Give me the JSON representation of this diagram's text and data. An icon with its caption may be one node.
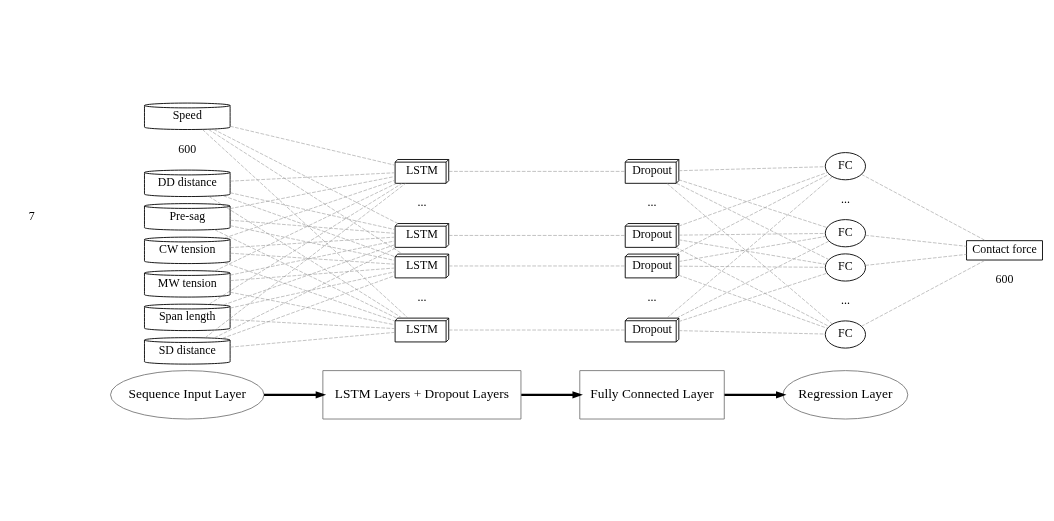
{
  "diagram": {
    "nodes": [
      {
        "text": [
          "Sequence Input Layer"
        ]
      },
      {
        "text": [
          "LSTM Layers + Dropout Layers"
        ]
      },
      {
        "text": [
          "Fully Connected Layer"
        ]
      },
      {
        "text": [
          "Regression Layer"
        ]
      },
      {
        "text": [
          "Span length"
        ]
      },
      {
        "text": [
          "SD distance"
        ]
      },
      {
        "text": [
          "DD distance"
        ]
      },
      {
        "text": [
          "Pre-sag"
        ]
      },
      {
        "text": [
          "CW tension"
        ]
      },
      {
        "text": [
          "MW tension"
        ]
      },
      {
        "text": [
          "Speed"
        ]
      },
      {
        "text": [
          "LSTM"
        ]
      },
      {
        "text": [
          "LSTM"
        ]
      },
      {
        "text": [
          "LSTM"
        ]
      },
      {
        "text": [
          "LSTM"
        ]
      },
      {
        "text": [
          "Dropout"
        ]
      },
      {
        "text": [
          "Dropout"
        ]
      },
      {
        "text": [
          "Dropout"
        ]
      },
      {
        "text": [
          "Dropout"
        ]
      },
      {
        "text": [
          "FC"
        ]
      },
      {
        "text": [
          "FC"
        ]
      },
      {
        "text": [
          "FC"
        ]
      },
      {
        "text": [
          "FC"
        ]
      },
      {
        "text": [
          "Contact force"
        ]
      }
    ],
    "edges": [
      {
        "from": 0,
        "to": 1,
        "arrow": "to",
        "style": "thick",
        "color": "#000000"
      },
      {
        "from": 1,
        "to": 2,
        "arrow": "to",
        "style": "thick",
        "color": "#000000"
      },
      {
        "from": 2,
        "to": 3,
        "arrow": "to",
        "style": "thick",
        "color": "#000000"
      },
      {
        "from": 4,
        "to": 11,
        "arrow": "none",
        "style": "dashed"
      },
      {
        "from": 4,
        "to": 12,
        "arrow": "none",
        "style": "dashed"
      },
      {
        "from": 4,
        "to": 13,
        "arrow": "none",
        "style": "dashed"
      },
      {
        "from": 4,
        "to": 14,
        "arrow": "none",
        "style": "dashed"
      },
      {
        "from": 5,
        "to": 11,
        "arrow": "none",
        "style": "dashed"
      },
      {
        "from": 5,
        "to": 12,
        "arrow": "none",
        "style": "dashed"
      },
      {
        "from": 5,
        "to": 13,
        "arrow": "none",
        "style": "dashed"
      },
      {
        "from": 5,
        "to": 14,
        "arrow": "none",
        "style": "dashed"
      },
      {
        "from": 6,
        "to": 11,
        "arrow": "none",
        "style": "dashed"
      },
      {
        "from": 6,
        "to": 12,
        "arrow": "none",
        "style": "dashed"
      },
      {
        "from": 6,
        "to": 13,
        "arrow": "none",
        "style": "dashed"
      },
      {
        "from": 6,
        "to": 14,
        "arrow": "none",
        "style": "dashed"
      },
      {
        "from": 7,
        "to": 11,
        "arrow": "none",
        "style": "dashed"
      },
      {
        "from": 7,
        "to": 12,
        "arrow": "none",
        "style": "dashed"
      },
      {
        "from": 7,
        "to": 13,
        "arrow": "none",
        "style": "dashed"
      },
      {
        "from": 7,
        "to": 14,
        "arrow": "none",
        "style": "dashed"
      },
      {
        "from": 8,
        "to": 11,
        "arrow": "none",
        "style": "dashed"
      },
      {
        "from": 8,
        "to": 12,
        "arrow": "none",
        "style": "dashed"
      },
      {
        "from": 8,
        "to": 13,
        "arrow": "none",
        "style": "dashed"
      },
      {
        "from": 8,
        "to": 14,
        "arrow": "none",
        "style": "dashed"
      },
      {
        "from": 9,
        "to": 11,
        "arrow": "none",
        "style": "dashed"
      },
      {
        "from": 9,
        "to": 12,
        "arrow": "none",
        "style": "dashed"
      },
      {
        "from": 9,
        "to": 13,
        "arrow": "none",
        "style": "dashed"
      },
      {
        "from": 9,
        "to": 14,
        "arrow": "none",
        "style": "dashed"
      },
      {
        "from": 10,
        "to": 11,
        "arrow": "none",
        "style": "dashed"
      },
      {
        "from": 10,
        "to": 12,
        "arrow": "none",
        "style": "dashed"
      },
      {
        "from": 10,
        "to": 13,
        "arrow": "none",
        "style": "dashed"
      },
      {
        "from": 10,
        "to": 14,
        "arrow": "none",
        "style": "dashed"
      },
      {
        "from": 11,
        "to": 15,
        "arrow": "none",
        "style": "dashed"
      },
      {
        "from": 12,
        "to": 16,
        "arrow": "none",
        "style": "dashed"
      },
      {
        "from": 13,
        "to": 17,
        "arrow": "none",
        "style": "dashed"
      },
      {
        "from": 14,
        "to": 18,
        "arrow": "none",
        "style": "dashed"
      },
      {
        "from": 15,
        "to": 19,
        "arrow": "none",
        "style": "dashed"
      },
      {
        "from": 15,
        "to": 20,
        "arrow": "none",
        "style": "dashed"
      },
      {
        "from": 15,
        "to": 21,
        "arrow": "none",
        "style": "dashed"
      },
      {
        "from": 15,
        "to": 22,
        "arrow": "none",
        "style": "dashed"
      },
      {
        "from": 16,
        "to": 19,
        "arrow": "none",
        "style": "dashed"
      },
      {
        "from": 16,
        "to": 20,
        "arrow": "none",
        "style": "dashed"
      },
      {
        "from": 16,
        "to": 21,
        "arrow": "none",
        "style": "dashed"
      },
      {
        "from": 16,
        "to": 22,
        "arrow": "none",
        "style": "dashed"
      },
      {
        "from": 17,
        "to": 19,
        "arrow": "none",
        "style": "dashed"
      },
      {
        "from": 17,
        "to": 20,
        "arrow": "none",
        "style": "dashed"
      },
      {
        "from": 17,
        "to": 21,
        "arrow": "none",
        "style": "dashed"
      },
      {
        "from": 17,
        "to": 22,
        "arrow": "none",
        "style": "dashed"
      },
      {
        "from": 18,
        "to": 19,
        "arrow": "none",
        "style": "dashed"
      },
      {
        "from": 18,
        "to": 20,
        "arrow": "none",
        "style": "dashed"
      },
      {
        "from": 18,
        "to": 21,
        "arrow": "none",
        "style": "dashed"
      },
      {
        "from": 18,
        "to": 22,
        "arrow": "none",
        "style": "dashed"
      },
      {
        "from": 19,
        "to": 23,
        "arrow": "none",
        "style": "dashed"
      },
      {
        "from": 20,
        "to": 23,
        "arrow": "none",
        "style": "dashed"
      },
      {
        "from": 21,
        "to": 23,
        "arrow": "none",
        "style": "dashed"
      },
      {
        "from": 22,
        "to": 23,
        "arrow": "none",
        "style": "dashed"
      }
    ],
    "labels": [
      "7",
      "600",
      "...",
      "...",
      "...",
      "...",
      "...",
      "...",
      "600"
    ]
  }
}
